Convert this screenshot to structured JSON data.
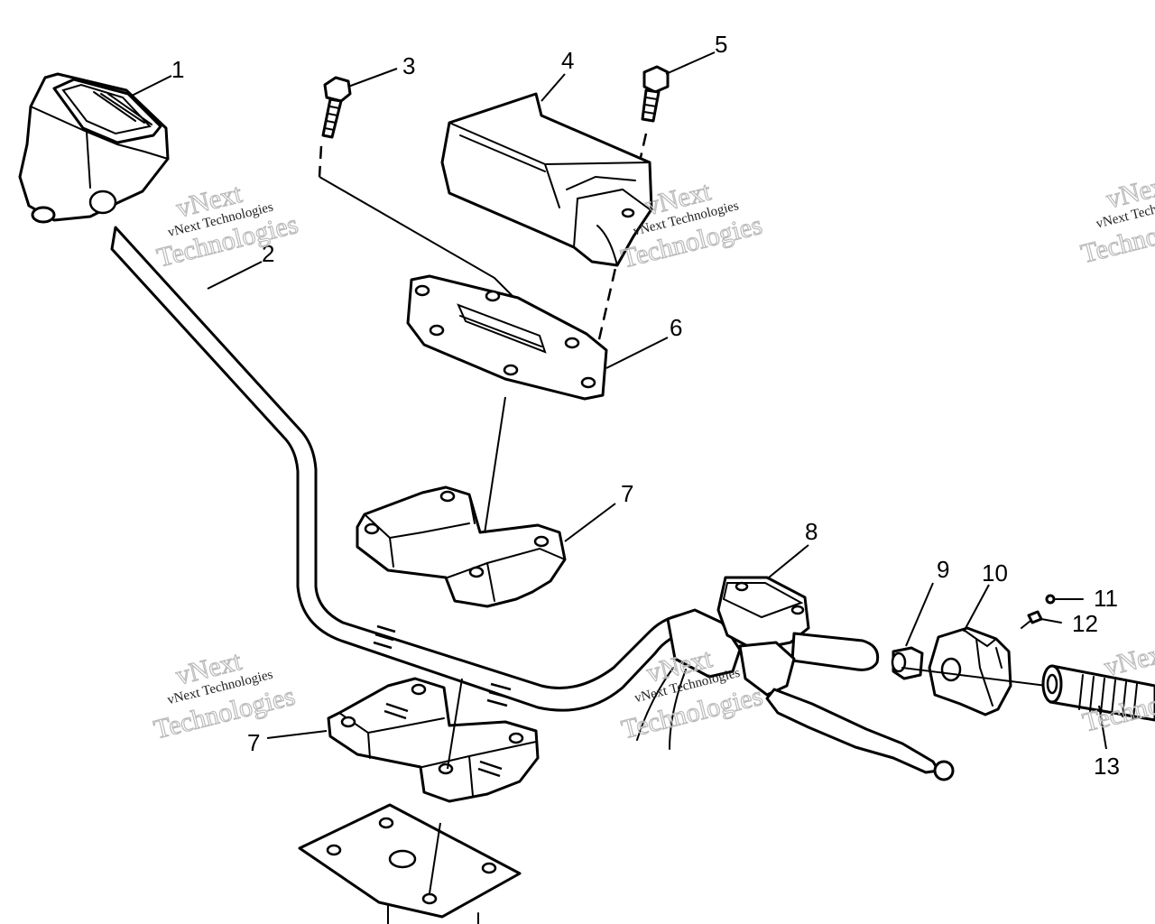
{
  "callouts": [
    "1",
    "2",
    "3",
    "4",
    "5",
    "6",
    "7",
    "7",
    "8",
    "9",
    "10",
    "11",
    "12",
    "13"
  ],
  "watermark": {
    "line1": "vNext Technologies",
    "line2": "vNext",
    "line3": "Technologies"
  }
}
